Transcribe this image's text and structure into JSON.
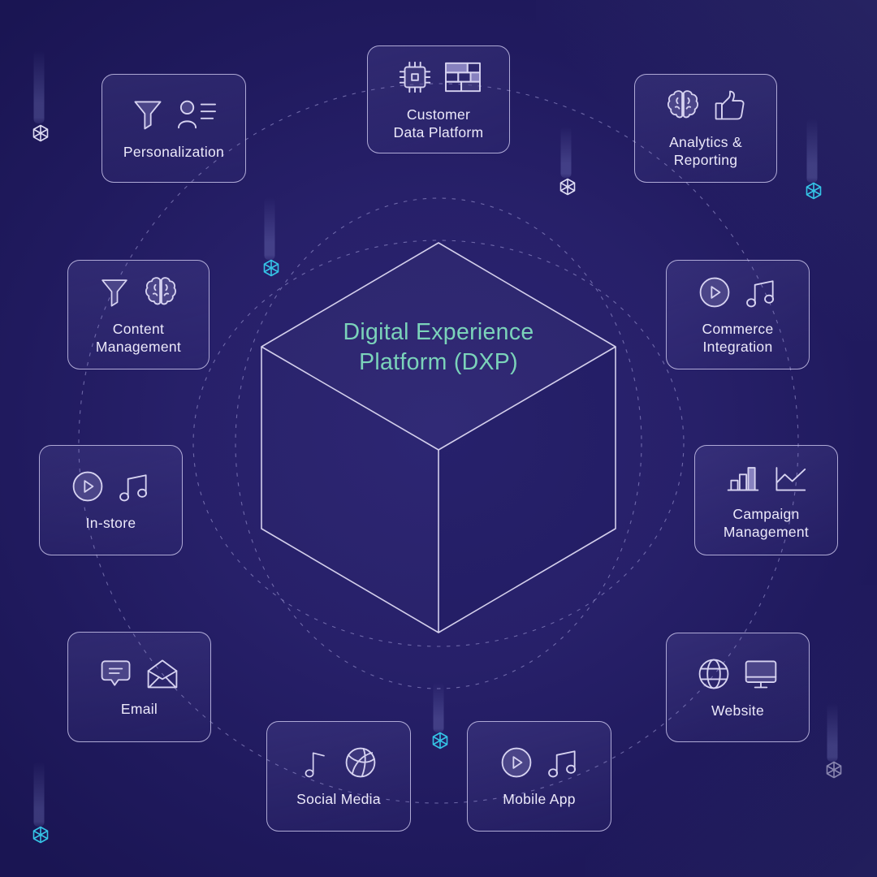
{
  "diagram": {
    "title": "Digital Experience\nPlatform (DXP)",
    "title_color": "#7bd3ba",
    "background_color": "#231d63",
    "card_border_color": "#d0cbf0",
    "accent_cube_color": "#35c4e6"
  },
  "cards": [
    {
      "id": "personalization",
      "label": "Personalization",
      "icons": [
        "funnel-icon",
        "user-profile-lines-icon"
      ]
    },
    {
      "id": "customer-data-platform",
      "label": "Customer\nData Platform",
      "icons": [
        "cpu-chip-icon",
        "bricks-layout-icon"
      ]
    },
    {
      "id": "analytics-reporting",
      "label": "Analytics &\nReporting",
      "icons": [
        "brain-icon",
        "thumbs-up-icon"
      ]
    },
    {
      "id": "content-management",
      "label": "Content\nManagement",
      "icons": [
        "funnel-icon",
        "brain-icon"
      ]
    },
    {
      "id": "commerce-integration",
      "label": "Commerce\nIntegration",
      "icons": [
        "play-circle-icon",
        "music-notes-icon"
      ]
    },
    {
      "id": "in-store",
      "label": "In-store",
      "icons": [
        "play-circle-icon",
        "music-notes-icon"
      ]
    },
    {
      "id": "campaign-management",
      "label": "Campaign\nManagement",
      "icons": [
        "bar-chart-icon",
        "line-chart-icon"
      ]
    },
    {
      "id": "email",
      "label": "Email",
      "icons": [
        "chat-bubble-icon",
        "open-envelope-icon"
      ]
    },
    {
      "id": "website",
      "label": "Website",
      "icons": [
        "globe-icon",
        "monitor-icon"
      ]
    },
    {
      "id": "social-media",
      "label": "Social Media",
      "icons": [
        "music-note-icon",
        "sphere-icon"
      ]
    },
    {
      "id": "mobile-app",
      "label": "Mobile App",
      "icons": [
        "play-circle-icon",
        "music-notes-icon"
      ]
    }
  ]
}
